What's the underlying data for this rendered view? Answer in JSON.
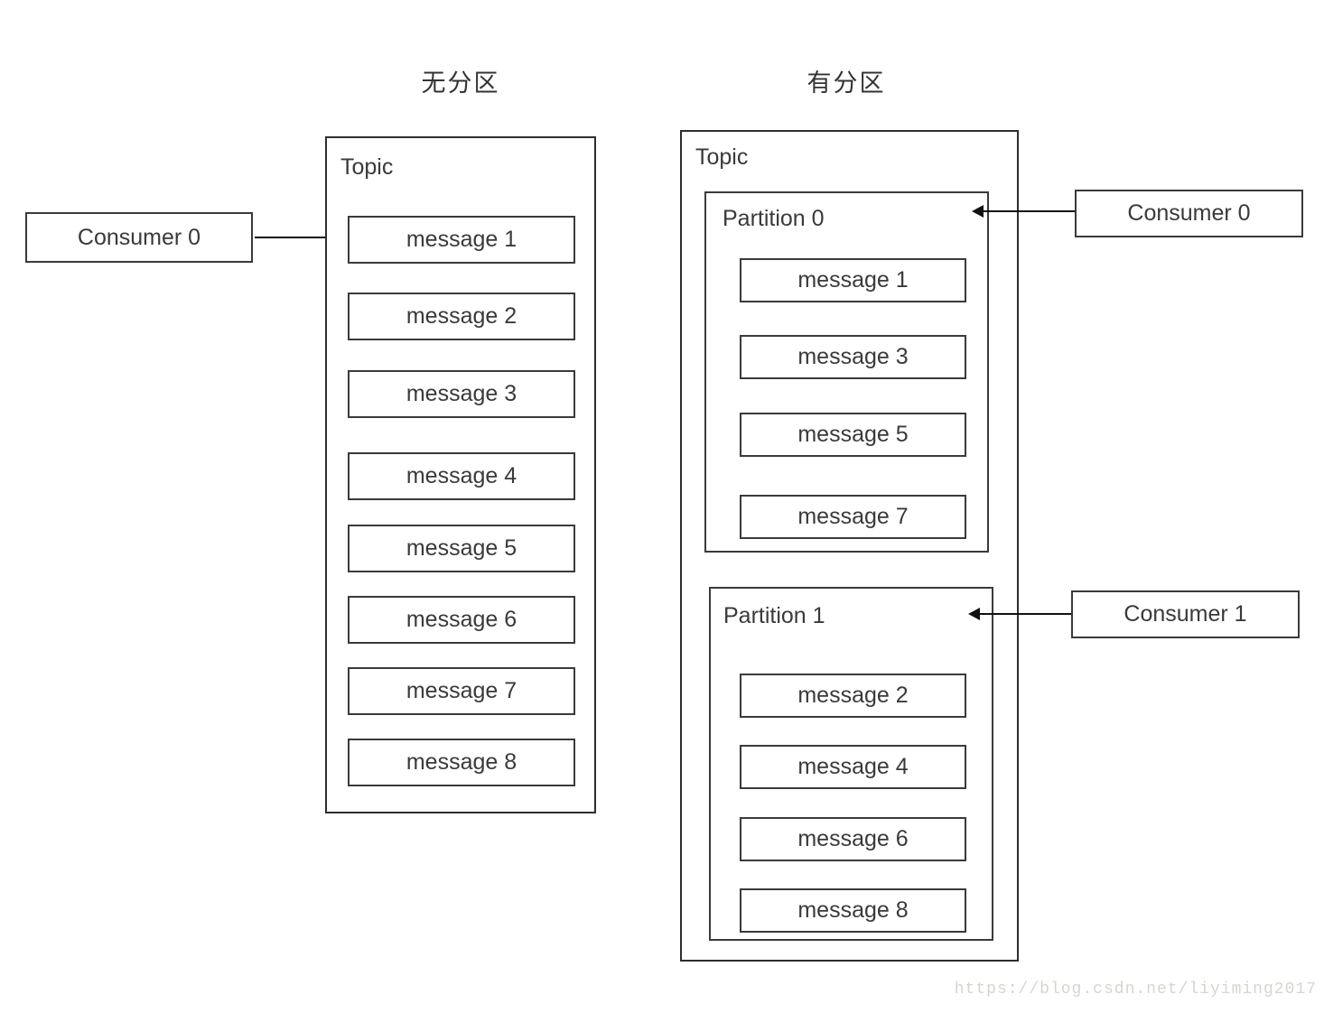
{
  "titles": {
    "left": "无分区",
    "right": "有分区"
  },
  "left_diagram": {
    "consumer_label": "Consumer 0",
    "topic_label": "Topic",
    "messages": [
      "message 1",
      "message 2",
      "message 3",
      "message 4",
      "message 5",
      "message 6",
      "message 7",
      "message 8"
    ]
  },
  "right_diagram": {
    "topic_label": "Topic",
    "partitions": [
      {
        "label": "Partition 0",
        "consumer_label": "Consumer 0",
        "messages": [
          "message 1",
          "message 3",
          "message 5",
          "message 7"
        ]
      },
      {
        "label": "Partition 1",
        "consumer_label": "Consumer 1",
        "messages": [
          "message 2",
          "message 4",
          "message 6",
          "message 8"
        ]
      }
    ]
  },
  "watermark": {
    "text": "https://blog.csdn.net/liyiming2017"
  },
  "colors": {
    "line": "#2e2e2e",
    "text": "#3a3a3a",
    "arrow": "#111111",
    "watermark": "#d8d5cf",
    "background": "#ffffff"
  }
}
